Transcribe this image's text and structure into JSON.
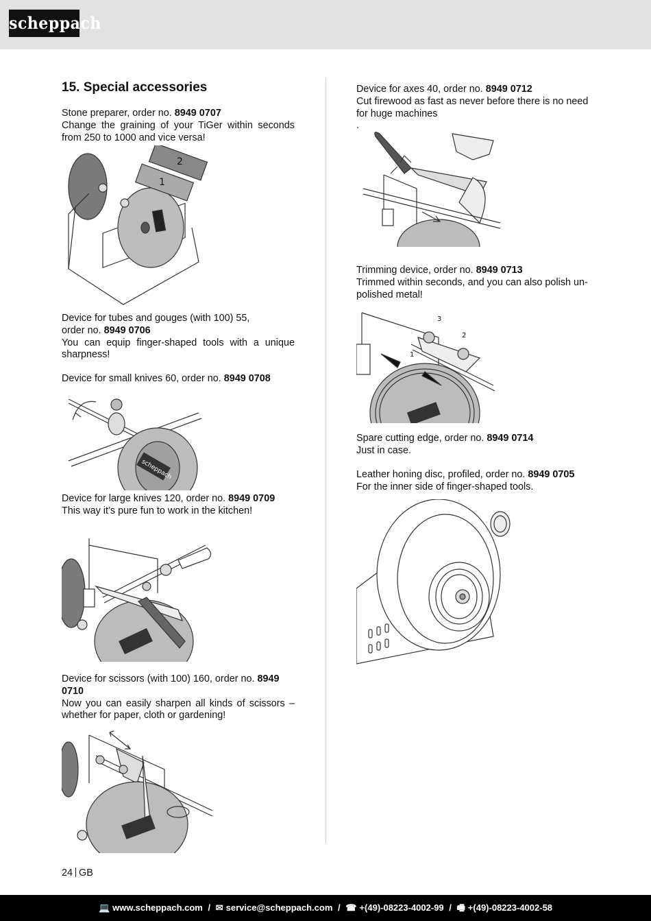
{
  "header": {
    "logo": "scheppach"
  },
  "section_title": "15. Special accessories",
  "left": {
    "stone": {
      "line1_prefix": "Stone preparer, order no. ",
      "line1_no": "8949 0707",
      "desc": "Change the graining of your TiGer within seconds from 250 to 1000 and vice versa!"
    },
    "tubes": {
      "line1": "Device for tubes and gouges (with 100) 55,",
      "line2_prefix": "order no. ",
      "line2_no": "8949 0706",
      "desc": "You can equip finger-shaped tools with a unique sharpness!"
    },
    "small_knives": {
      "prefix": "Device for small knives 60, order no. ",
      "no": "8949 0708"
    },
    "large_knives": {
      "prefix": "Device for large knives 120, order no. ",
      "no": "8949 0709",
      "desc": "This way it’s pure fun to work in the kitchen!"
    },
    "scissors": {
      "prefix": "Device for scissors (with 100) 160, order no. ",
      "no_a": "8949",
      "no_b": "0710",
      "desc": "Now you can easily sharpen all kinds of scissors – whether for paper, cloth or gardening!"
    }
  },
  "right": {
    "axes": {
      "prefix": "Device for axes 40, order no. ",
      "no": "8949 0712",
      "desc": "Cut firewood as fast as never before there is no need for huge machines",
      "dot": "."
    },
    "trimming": {
      "prefix": "Trimming device, order no. ",
      "no": "8949 0713",
      "desc": "Trimmed within seconds, and you can also polish un-polished metal!"
    },
    "spare": {
      "prefix": "Spare cutting edge, order no. ",
      "no": "8949 0714",
      "desc": "Just in case."
    },
    "leather": {
      "prefix": "Leather honing disc, profiled, order no. ",
      "no": "8949 0705",
      "desc": "For the inner side of finger-shaped tools."
    }
  },
  "figures": {
    "stone_labels": [
      "2",
      "1"
    ],
    "trim_labels": [
      "3",
      "2",
      "1"
    ],
    "wheel_brand": "scheppach"
  },
  "page": {
    "number": "24",
    "lang": "GB"
  },
  "footer": {
    "web": "www.scheppach.com",
    "email": "service@scheppach.com",
    "phone": "+(49)-08223-4002-99",
    "fax": "+(49)-08223-4002-58",
    "sep": " / "
  }
}
